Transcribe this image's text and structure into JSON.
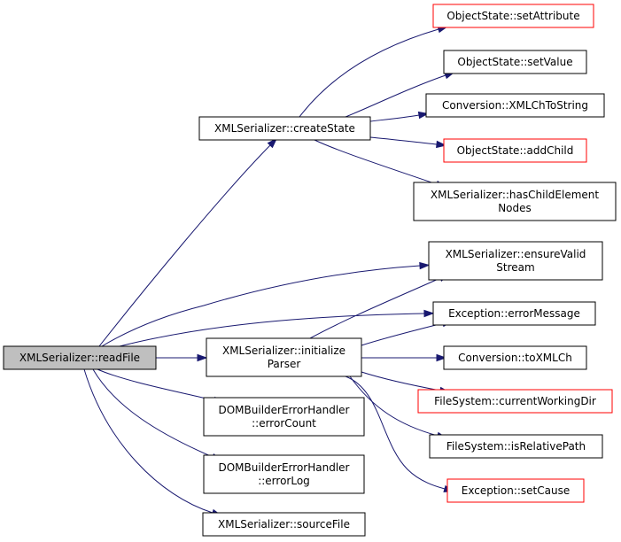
{
  "colors": {
    "edge": "#191970",
    "border_default": "#000000",
    "border_external": "#ff0000",
    "focus_fill": "#bfbfbf",
    "node_fill": "#ffffff"
  },
  "nodes": {
    "readFile": {
      "lines": [
        "XMLSerializer::readFile"
      ],
      "focus": true,
      "external": false
    },
    "createState": {
      "lines": [
        "XMLSerializer::createState"
      ],
      "focus": false,
      "external": false
    },
    "setAttribute": {
      "lines": [
        "ObjectState::setAttribute"
      ],
      "focus": false,
      "external": true
    },
    "setValue": {
      "lines": [
        "ObjectState::setValue"
      ],
      "focus": false,
      "external": false
    },
    "xmlChToString": {
      "lines": [
        "Conversion::XMLChToString"
      ],
      "focus": false,
      "external": false
    },
    "addChild": {
      "lines": [
        "ObjectState::addChild"
      ],
      "focus": false,
      "external": true
    },
    "hasChildElementNodes": {
      "lines": [
        "XMLSerializer::hasChildElement",
        "Nodes"
      ],
      "focus": false,
      "external": false
    },
    "ensureValidStream": {
      "lines": [
        "XMLSerializer::ensureValid",
        "Stream"
      ],
      "focus": false,
      "external": false
    },
    "errorMessage": {
      "lines": [
        "Exception::errorMessage"
      ],
      "focus": false,
      "external": false
    },
    "initializeParser": {
      "lines": [
        "XMLSerializer::initialize",
        "Parser"
      ],
      "focus": false,
      "external": false
    },
    "toXMLCh": {
      "lines": [
        "Conversion::toXMLCh"
      ],
      "focus": false,
      "external": false
    },
    "currentWorkingDir": {
      "lines": [
        "FileSystem::currentWorkingDir"
      ],
      "focus": false,
      "external": true
    },
    "isRelativePath": {
      "lines": [
        "FileSystem::isRelativePath"
      ],
      "focus": false,
      "external": false
    },
    "setCause": {
      "lines": [
        "Exception::setCause"
      ],
      "focus": false,
      "external": true
    },
    "errorCount": {
      "lines": [
        "DOMBuilderErrorHandler",
        "::errorCount"
      ],
      "focus": false,
      "external": false
    },
    "errorLog": {
      "lines": [
        "DOMBuilderErrorHandler",
        "::errorLog"
      ],
      "focus": false,
      "external": false
    },
    "sourceFile": {
      "lines": [
        "XMLSerializer::sourceFile"
      ],
      "focus": false,
      "external": false
    }
  },
  "edges": [
    {
      "from": "readFile",
      "to": "createState"
    },
    {
      "from": "readFile",
      "to": "ensureValidStream"
    },
    {
      "from": "readFile",
      "to": "errorMessage"
    },
    {
      "from": "readFile",
      "to": "initializeParser"
    },
    {
      "from": "readFile",
      "to": "errorCount"
    },
    {
      "from": "readFile",
      "to": "errorLog"
    },
    {
      "from": "readFile",
      "to": "sourceFile"
    },
    {
      "from": "createState",
      "to": "setAttribute"
    },
    {
      "from": "createState",
      "to": "setValue"
    },
    {
      "from": "createState",
      "to": "xmlChToString"
    },
    {
      "from": "createState",
      "to": "addChild"
    },
    {
      "from": "createState",
      "to": "hasChildElementNodes"
    },
    {
      "from": "initializeParser",
      "to": "ensureValidStream"
    },
    {
      "from": "initializeParser",
      "to": "errorMessage"
    },
    {
      "from": "initializeParser",
      "to": "toXMLCh"
    },
    {
      "from": "initializeParser",
      "to": "currentWorkingDir"
    },
    {
      "from": "initializeParser",
      "to": "isRelativePath"
    },
    {
      "from": "initializeParser",
      "to": "setCause"
    }
  ]
}
